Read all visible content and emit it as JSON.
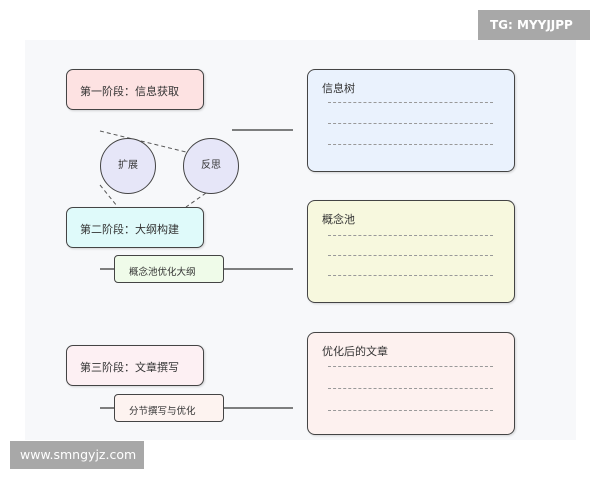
{
  "watermarks": {
    "top": "TG: MYYJJPP",
    "bottom": "www.smngyjz.com"
  },
  "stages": [
    {
      "label": "第一阶段：信息获取",
      "color": "#fde2e2"
    },
    {
      "label": "第二阶段：大纲构建",
      "color": "#dffafa"
    },
    {
      "label": "第三阶段：文章撰写",
      "color": "#fdf0f3"
    }
  ],
  "circles": [
    {
      "label": "扩展"
    },
    {
      "label": "反思"
    }
  ],
  "sub_steps": [
    {
      "label": "概念池优化大纲",
      "color": "#effbe9"
    },
    {
      "label": "分节撰写与优化",
      "color": "#fdf3f0"
    }
  ],
  "panels": [
    {
      "title": "信息树",
      "color": "#eaf2fd"
    },
    {
      "title": "概念池",
      "color": "#f7f8de"
    },
    {
      "title": "优化后的文章",
      "color": "#fdf1ef"
    }
  ]
}
